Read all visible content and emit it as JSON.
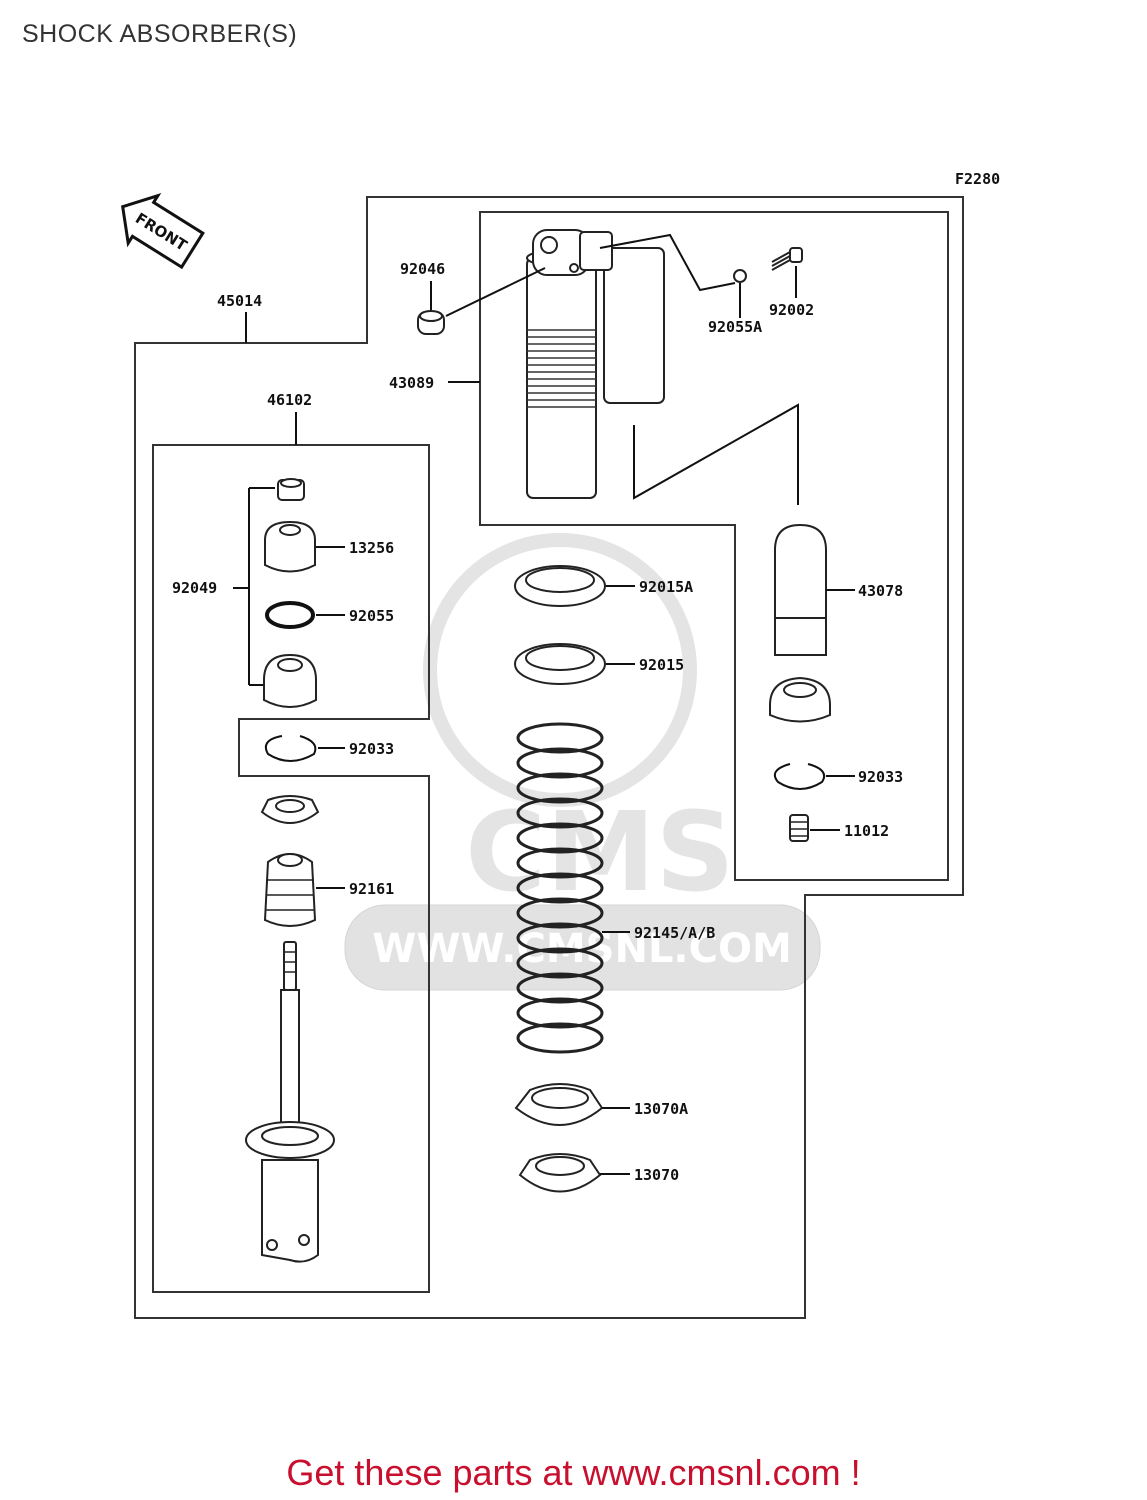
{
  "title": "SHOCK ABSORBER(S)",
  "figure_code": "F2280",
  "front_label": "FRONT",
  "watermark_text": "WWW.CMSNL.COM",
  "watermark_letters": "CMS",
  "footer": "Get these parts at www.cmsnl.com !",
  "colors": {
    "footer": "#c8102e",
    "line": "#111111",
    "watermark": "#e2e2e2"
  },
  "parts": {
    "p45014": "45014",
    "p46102": "46102",
    "p43089": "43089",
    "p92046": "92046",
    "p92002": "92002",
    "p92055A": "92055A",
    "p92049": "92049",
    "p13256": "13256",
    "p92055": "92055",
    "p92033_left": "92033",
    "p92161": "92161",
    "p92015A": "92015A",
    "p92015": "92015",
    "p43078": "43078",
    "p92033_right": "92033",
    "p11012": "11012",
    "p92145": "92145/A/B",
    "p13070A": "13070A",
    "p13070": "13070"
  }
}
